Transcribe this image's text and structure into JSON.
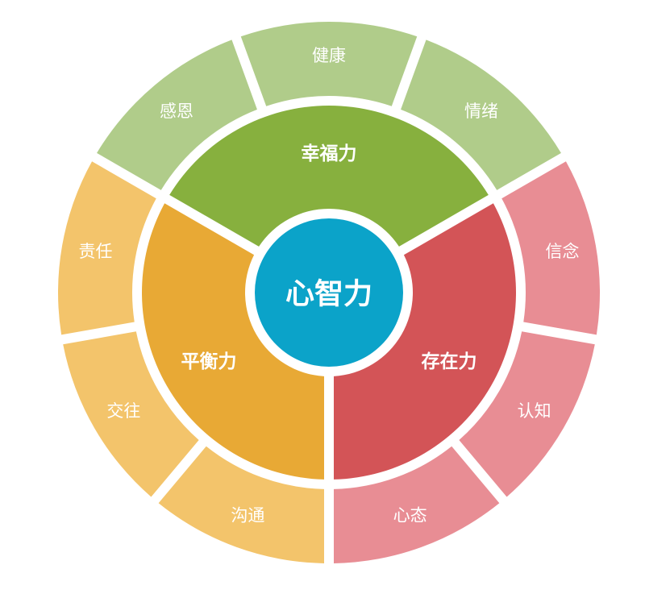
{
  "center": {
    "label": "心智力",
    "color": "#0ba3c9"
  },
  "sectors": [
    {
      "id": "happiness",
      "label": "幸福力",
      "color": "#87b03e",
      "light_color": "#b0cc8a",
      "children": [
        "感恩",
        "健康",
        "情绪"
      ]
    },
    {
      "id": "existence",
      "label": "存在力",
      "color": "#d35457",
      "light_color": "#e88d94",
      "children": [
        "信念",
        "认知",
        "心态"
      ]
    },
    {
      "id": "balance",
      "label": "平衡力",
      "color": "#e8a935",
      "light_color": "#f3c46b",
      "children": [
        "沟通",
        "交往",
        "责任"
      ]
    }
  ]
}
